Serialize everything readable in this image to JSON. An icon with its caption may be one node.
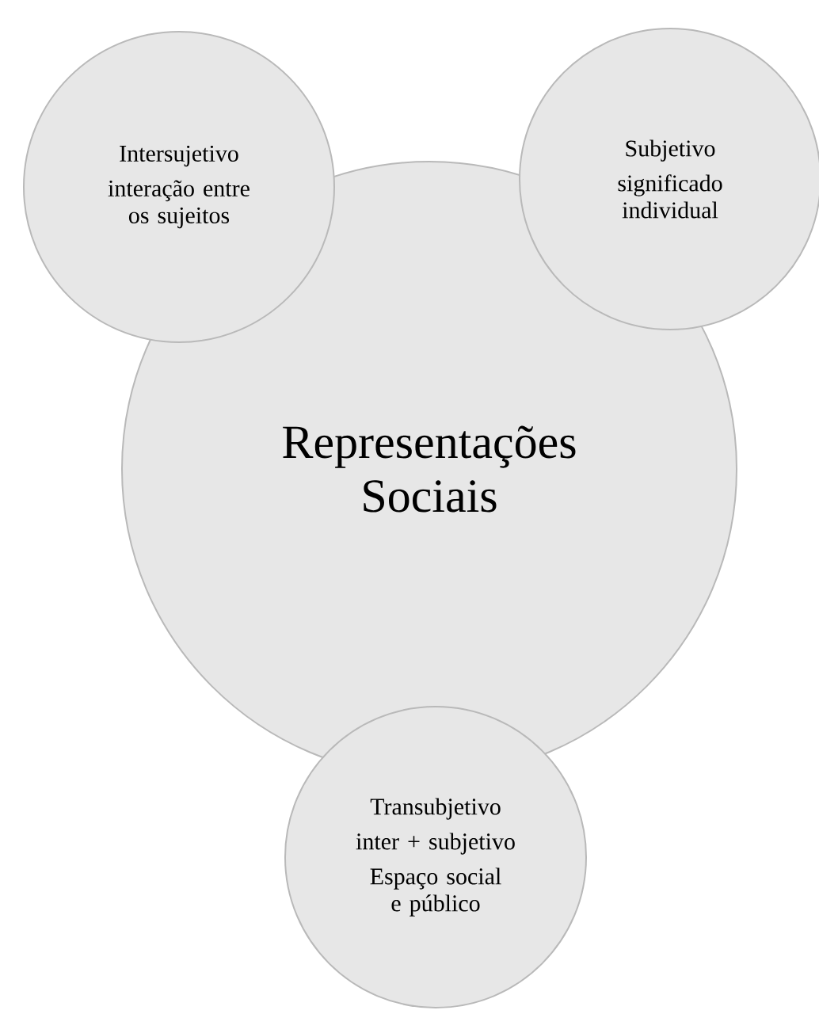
{
  "diagram": {
    "nodes": [
      {
        "text": [
          "Intersujetivo",
          "interação entre os sujeitos"
        ]
      },
      {
        "text": [
          "Subjetivo",
          "significado individual"
        ]
      },
      {
        "text": [
          "Representações Sociais"
        ]
      },
      {
        "text": [
          "Transubjetivo",
          "inter + subjetivo",
          "Espaço social e público"
        ]
      }
    ]
  }
}
